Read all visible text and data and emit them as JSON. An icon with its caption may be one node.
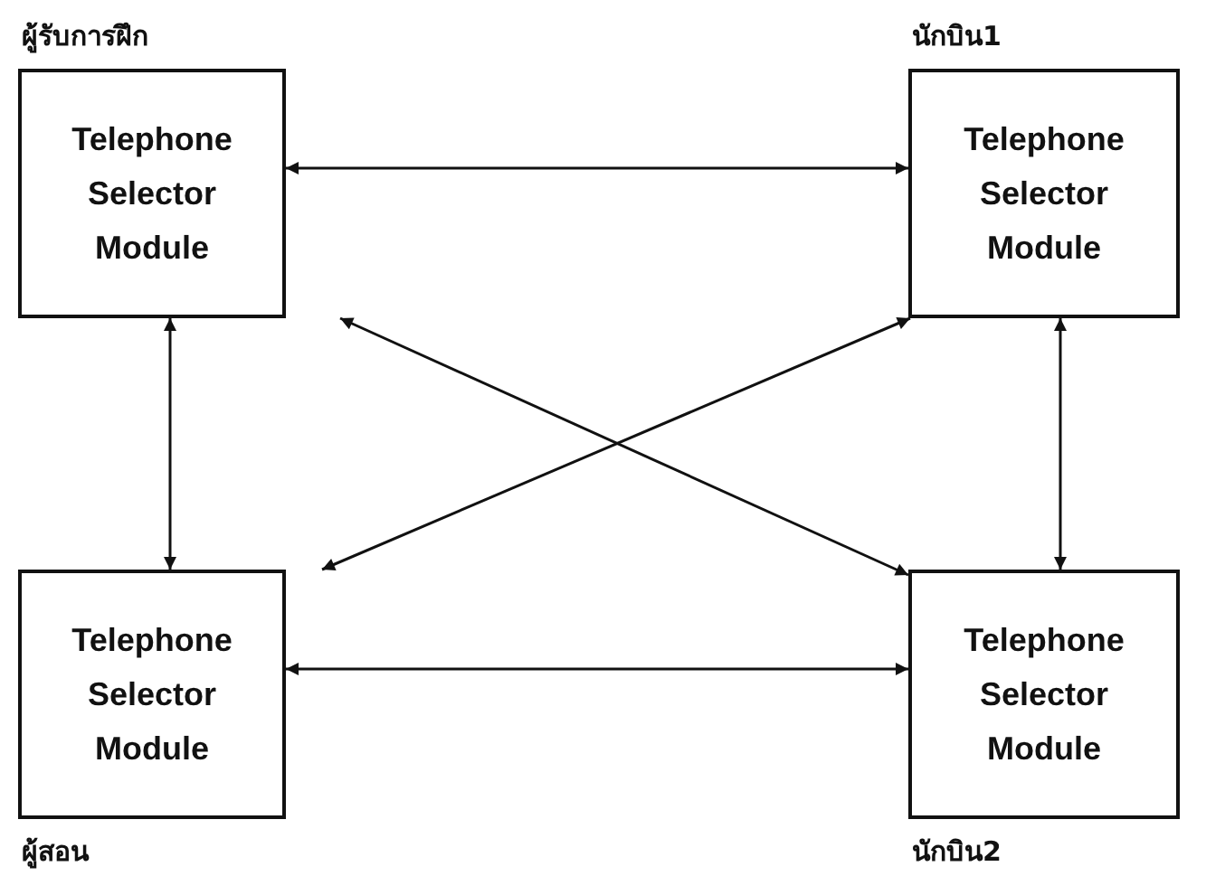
{
  "diagram": {
    "nodes": [
      {
        "text": [
          "ผู้รับการฝึก",
          "Telephone Selector Module"
        ]
      },
      {
        "text": [
          "นักบิน1",
          "Telephone Selector Module"
        ]
      },
      {
        "text": [
          "Telephone Selector Module",
          "ผู้สอน"
        ]
      },
      {
        "text": [
          "Telephone Selector Module",
          "นักบิน2"
        ]
      }
    ],
    "edges": [
      {
        "from": 0,
        "to": 1,
        "arrow": "both"
      },
      {
        "from": 0,
        "to": 2,
        "arrow": "both"
      },
      {
        "from": 0,
        "to": 3,
        "arrow": "both"
      },
      {
        "from": 1,
        "to": 2,
        "arrow": "both"
      },
      {
        "from": 1,
        "to": 3,
        "arrow": "both"
      },
      {
        "from": 2,
        "to": 3,
        "arrow": "both"
      }
    ]
  }
}
